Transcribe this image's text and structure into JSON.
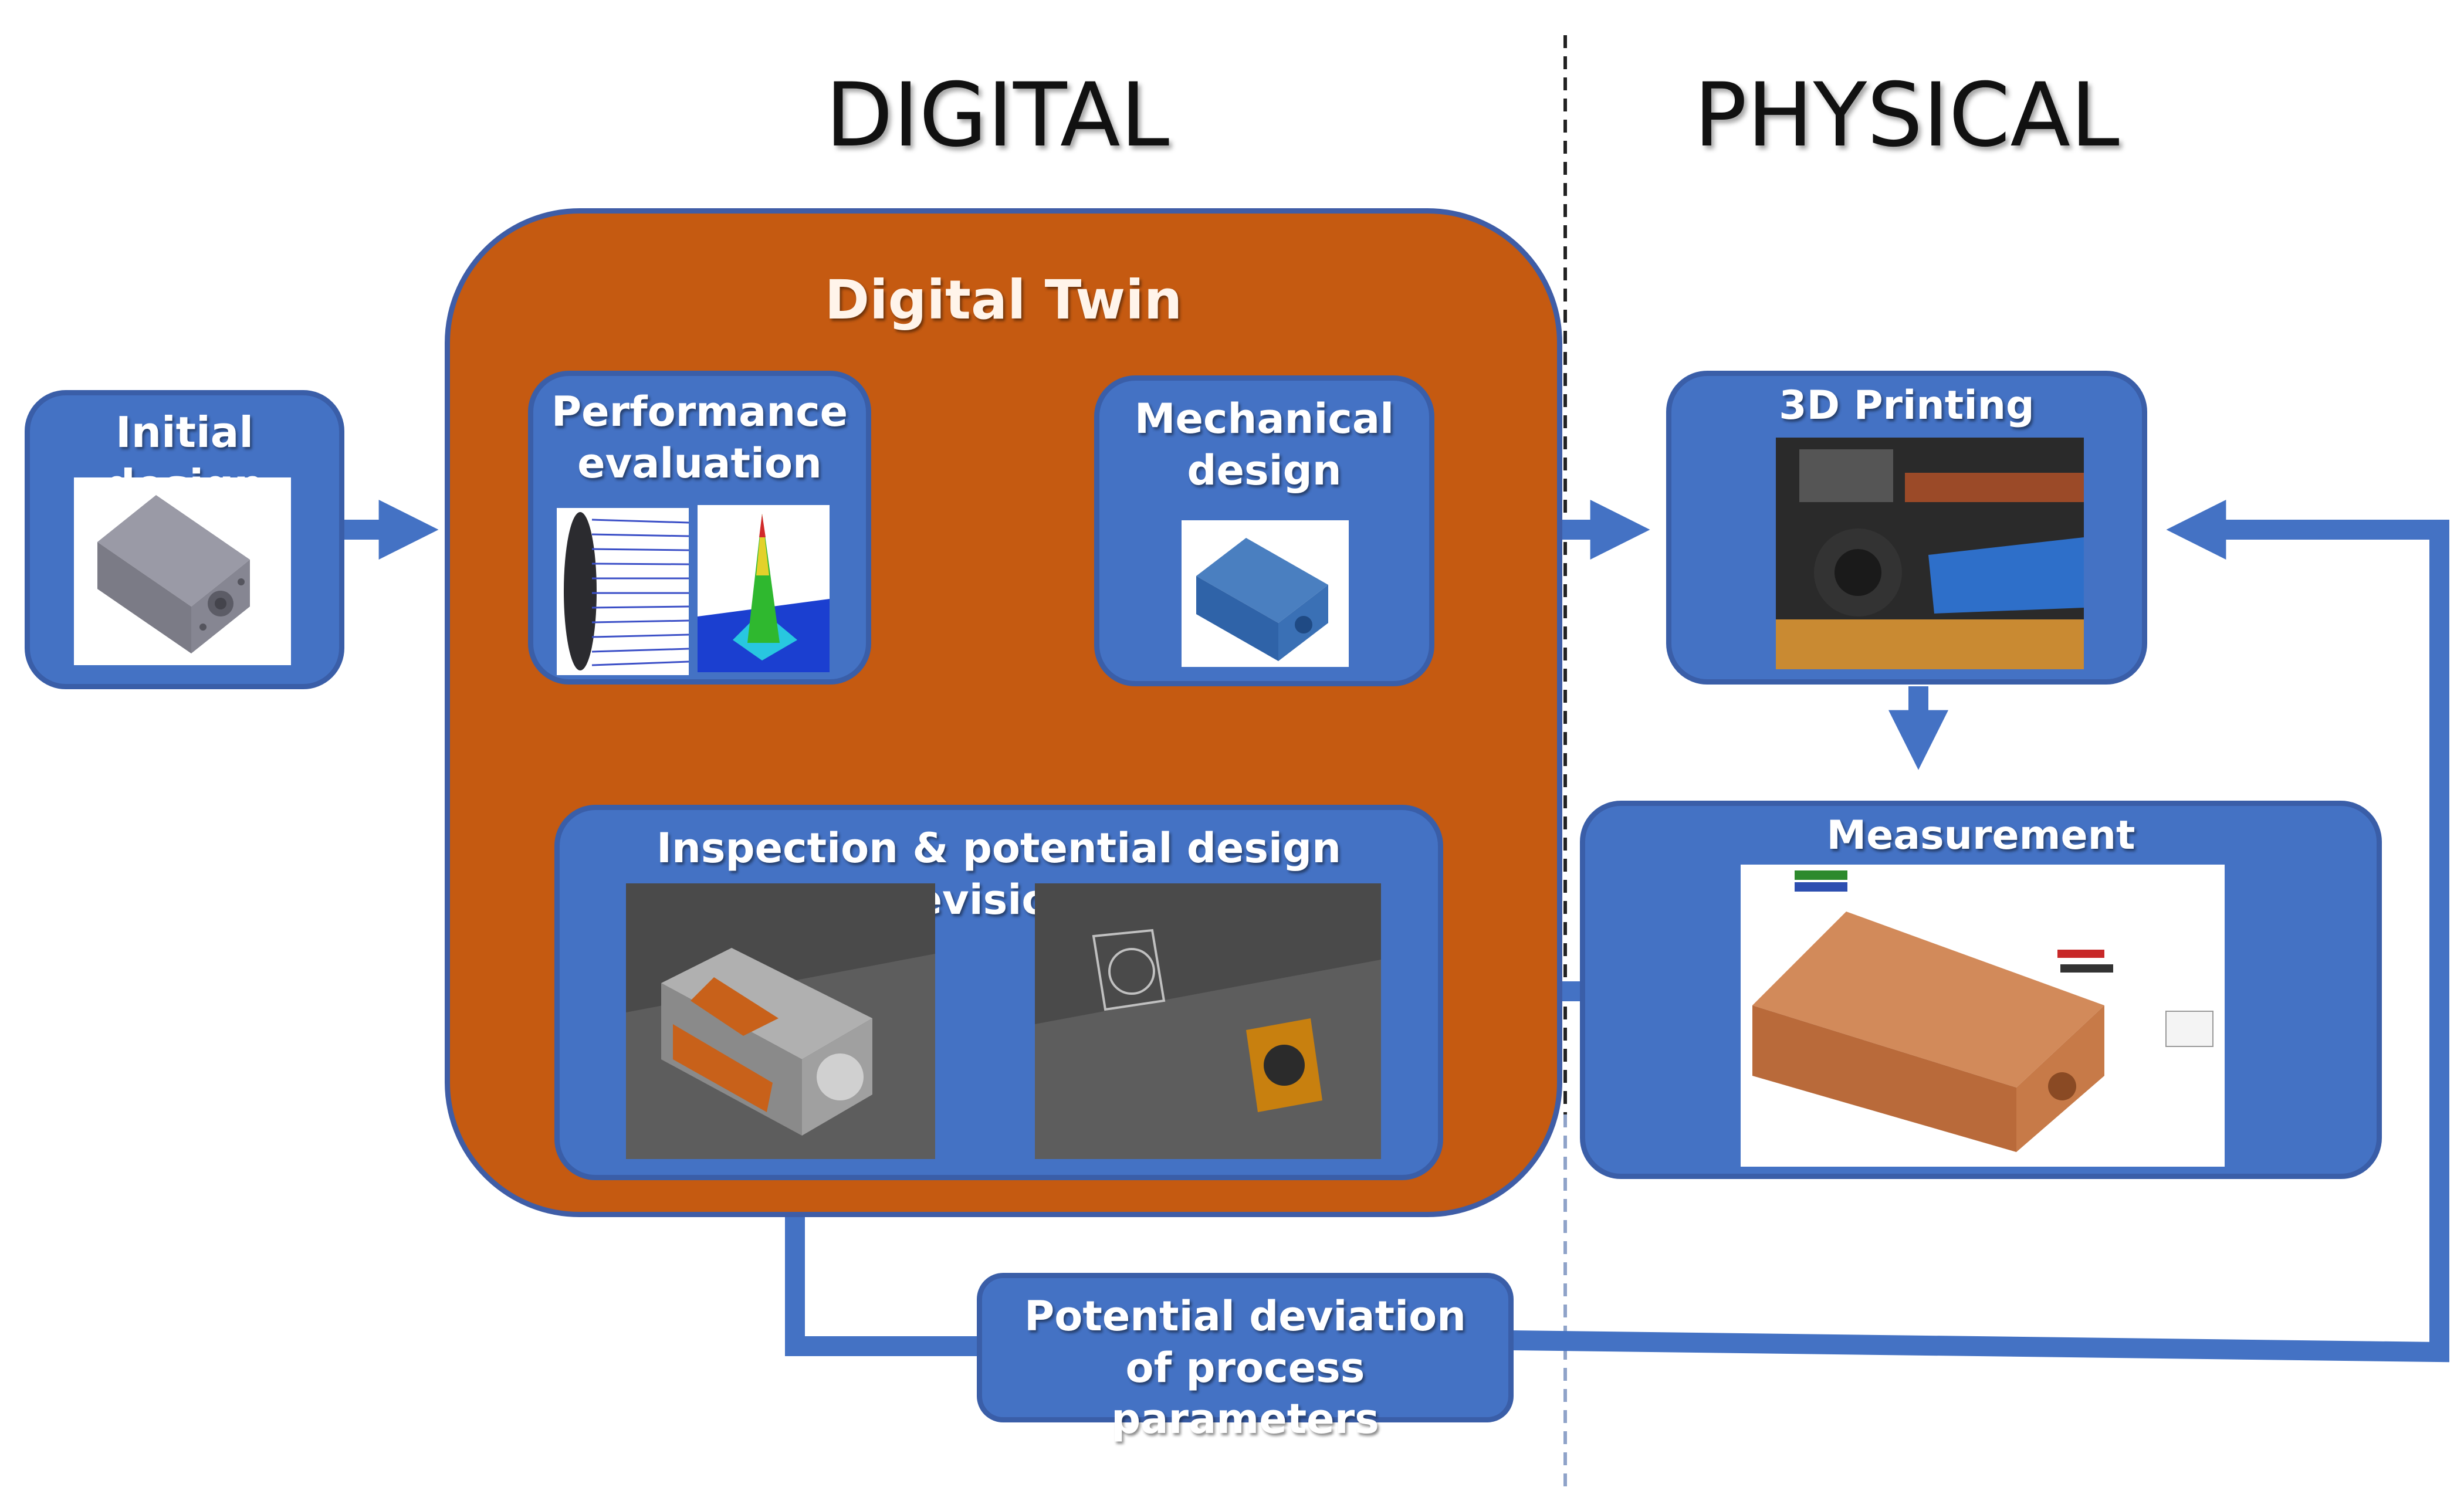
{
  "sections": {
    "digital": "DIGITAL",
    "physical": "PHYSICAL"
  },
  "digital_twin": {
    "title": "Digital Twin"
  },
  "boxes": {
    "initial_design": "Initial design",
    "performance_evaluation": "Performance evaluation",
    "mechanical_design": "Mechanical design",
    "inspection": "Inspection & potential design revisions",
    "printing": "3D Printing",
    "measurement": "Measurement",
    "deviation": "Potential deviation of process parameters"
  },
  "colors": {
    "blue": "#4472c4",
    "orange": "#c55a11",
    "arrow": "#4472c4"
  }
}
